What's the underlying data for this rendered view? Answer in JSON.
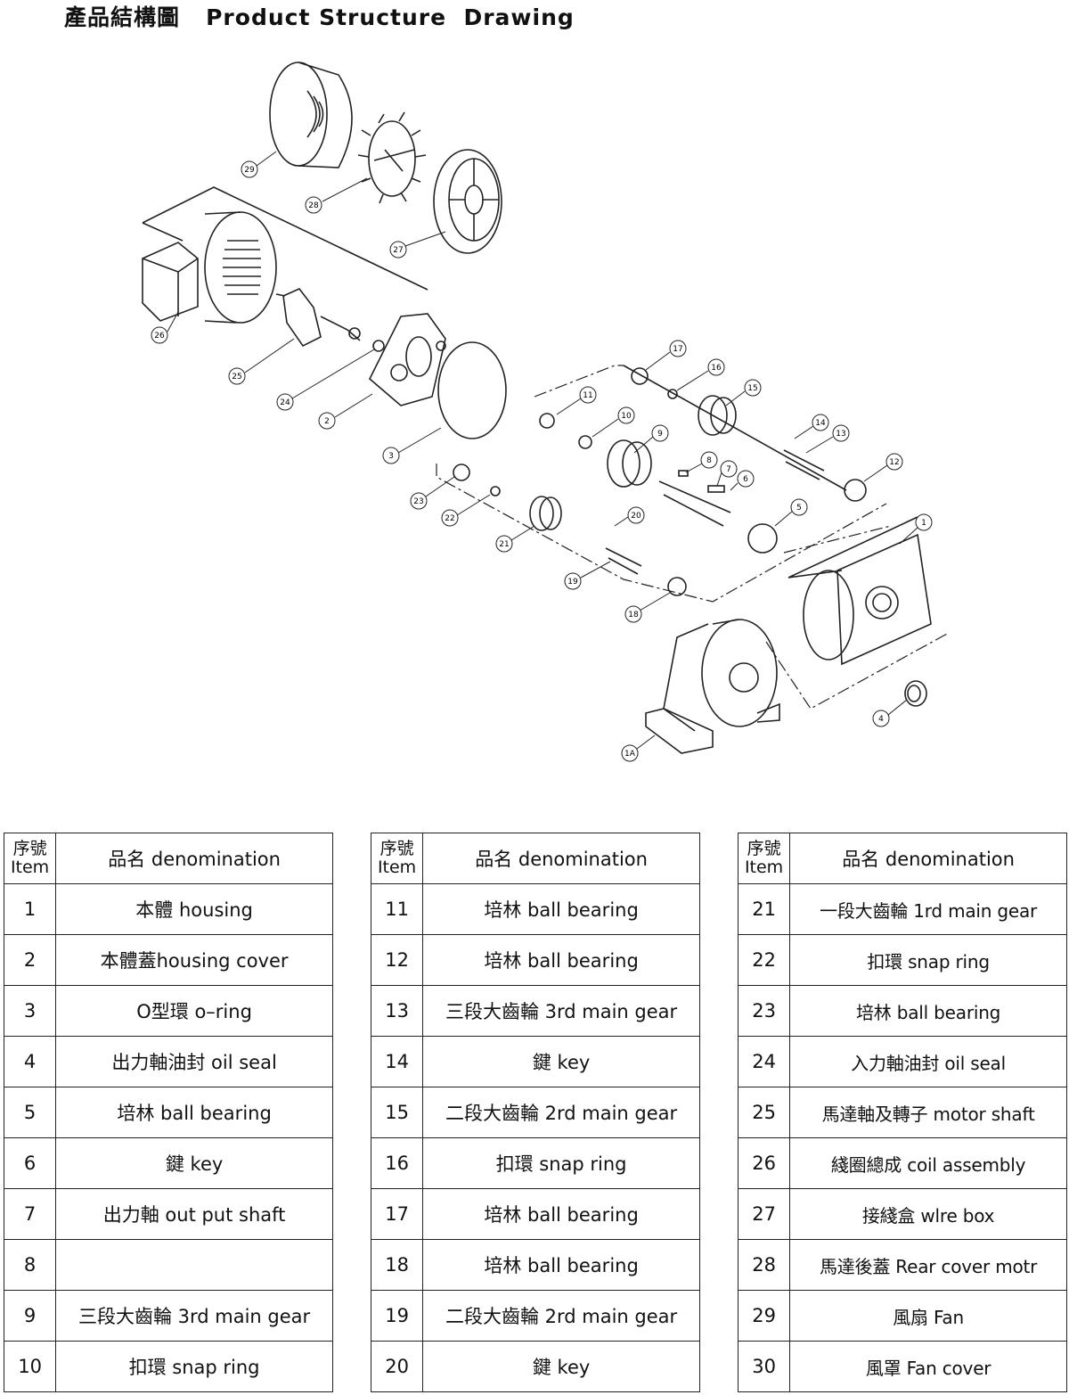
{
  "title": "產品結構圖   Product Structure  Drawing",
  "callouts": [
    "29",
    "28",
    "27",
    "26",
    "25",
    "24",
    "2",
    "3",
    "17",
    "16",
    "15",
    "11",
    "10",
    "9",
    "14",
    "13",
    "8",
    "7",
    "6",
    "12",
    "23",
    "22",
    "21",
    "20",
    "5",
    "19",
    "18",
    "1",
    "4",
    "1A"
  ],
  "table_header": {
    "item_zh": "序號",
    "item_en": "Item",
    "name": "品名 denomination"
  },
  "tables": [
    {
      "rows": [
        {
          "item": "1",
          "name": "本體 housing"
        },
        {
          "item": "2",
          "name": "本體蓋housing cover"
        },
        {
          "item": "3",
          "name": "O型環 o–ring"
        },
        {
          "item": "4",
          "name": "出力軸油封 oil seal"
        },
        {
          "item": "5",
          "name": "培林 ball bearing"
        },
        {
          "item": "6",
          "name": "鍵 key"
        },
        {
          "item": "7",
          "name": "出力軸  out put shaft"
        },
        {
          "item": "8",
          "name": ""
        },
        {
          "item": "9",
          "name": "三段大齒輪 3rd main gear"
        },
        {
          "item": "10",
          "name": "扣環 snap ring"
        }
      ]
    },
    {
      "rows": [
        {
          "item": "11",
          "name": "培林 ball bearing"
        },
        {
          "item": "12",
          "name": "培林 ball bearing"
        },
        {
          "item": "13",
          "name": "三段大齒輪 3rd main gear"
        },
        {
          "item": "14",
          "name": "鍵 key"
        },
        {
          "item": "15",
          "name": "二段大齒輪 2rd main gear"
        },
        {
          "item": "16",
          "name": "扣環 snap ring"
        },
        {
          "item": "17",
          "name": "培林 ball bearing"
        },
        {
          "item": "18",
          "name": "培林 ball bearing"
        },
        {
          "item": "19",
          "name": "二段大齒輪 2rd main gear"
        },
        {
          "item": "20",
          "name": "鍵 key"
        }
      ]
    },
    {
      "rows": [
        {
          "item": "21",
          "name": "一段大齒輪 1rd main gear"
        },
        {
          "item": "22",
          "name": "扣環 snap ring"
        },
        {
          "item": "23",
          "name": "培林 ball bearing"
        },
        {
          "item": "24",
          "name": "入力軸油封 oil seal"
        },
        {
          "item": "25",
          "name": "馬達軸及轉子  motor shaft"
        },
        {
          "item": "26",
          "name": "綫圈總成  coil assembly"
        },
        {
          "item": "27",
          "name": "接綫盒  wlre box"
        },
        {
          "item": "28",
          "name": "馬達後蓋  Rear cover motr"
        },
        {
          "item": "29",
          "name": "風扇 Fan"
        },
        {
          "item": "30",
          "name": "風罩 Fan cover"
        }
      ]
    }
  ]
}
